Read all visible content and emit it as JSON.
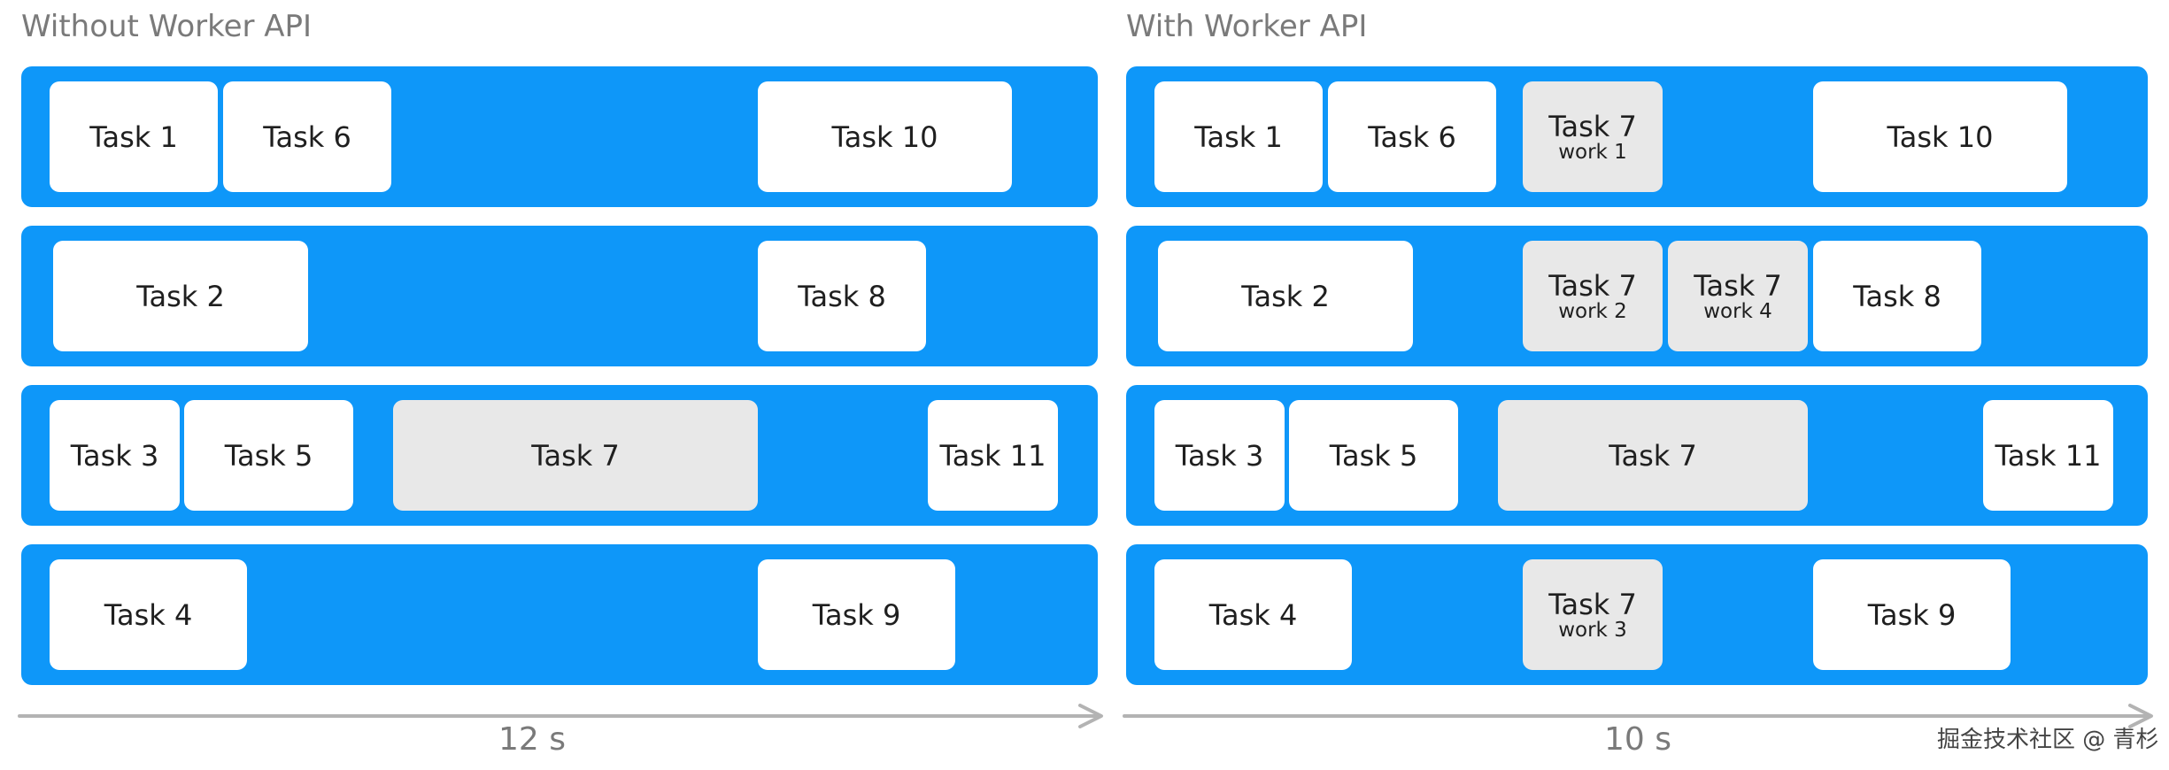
{
  "left": {
    "title": "Without Worker API",
    "axis_label": "12 s",
    "lanes": [
      [
        {
          "label": "Task 1",
          "sub": "",
          "work": false
        },
        {
          "label": "Task 6",
          "sub": "",
          "work": false
        },
        {
          "label": "Task 10",
          "sub": "",
          "work": false
        }
      ],
      [
        {
          "label": "Task 2",
          "sub": "",
          "work": false
        },
        {
          "label": "Task 8",
          "sub": "",
          "work": false
        }
      ],
      [
        {
          "label": "Task 3",
          "sub": "",
          "work": false
        },
        {
          "label": "Task 5",
          "sub": "",
          "work": false
        },
        {
          "label": "Task 7",
          "sub": "",
          "work": true
        },
        {
          "label": "Task 11",
          "sub": "",
          "work": false
        }
      ],
      [
        {
          "label": "Task 4",
          "sub": "",
          "work": false
        },
        {
          "label": "Task 9",
          "sub": "",
          "work": false
        }
      ]
    ]
  },
  "right": {
    "title": "With Worker API",
    "axis_label": "10 s",
    "lanes": [
      [
        {
          "label": "Task 1",
          "sub": "",
          "work": false
        },
        {
          "label": "Task 6",
          "sub": "",
          "work": false
        },
        {
          "label": "Task 7",
          "sub": "work 1",
          "work": true
        },
        {
          "label": "Task 10",
          "sub": "",
          "work": false
        }
      ],
      [
        {
          "label": "Task 2",
          "sub": "",
          "work": false
        },
        {
          "label": "Task 7",
          "sub": "work 2",
          "work": true
        },
        {
          "label": "Task 7",
          "sub": "work 4",
          "work": true
        },
        {
          "label": "Task 8",
          "sub": "",
          "work": false
        }
      ],
      [
        {
          "label": "Task 3",
          "sub": "",
          "work": false
        },
        {
          "label": "Task 5",
          "sub": "",
          "work": false
        },
        {
          "label": "Task 7",
          "sub": "",
          "work": true
        },
        {
          "label": "Task 11",
          "sub": "",
          "work": false
        }
      ],
      [
        {
          "label": "Task 4",
          "sub": "",
          "work": false
        },
        {
          "label": "Task 7",
          "sub": "work 3",
          "work": true
        },
        {
          "label": "Task 9",
          "sub": "",
          "work": false
        }
      ]
    ]
  },
  "watermark": "掘金技术社区 @ 青杉",
  "colors": {
    "lane": "#0e97f9",
    "task": "#ffffff",
    "work_task": "#e8e8e8",
    "axis": "#b3b3b3"
  }
}
